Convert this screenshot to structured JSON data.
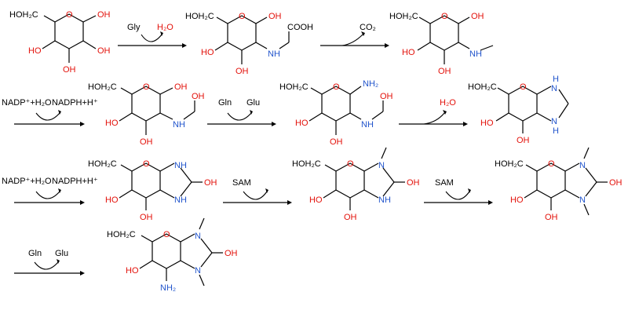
{
  "reactions": [
    {
      "cosub_in": "Gly",
      "cosub_out": "H2O"
    },
    {
      "cosub_in": "",
      "cosub_out": "CO2"
    },
    {
      "cosub_in": "NADP+ +H2O",
      "cosub_out": "NADPH+H+"
    },
    {
      "cosub_in": "Gln",
      "cosub_out": "Glu"
    },
    {
      "cosub_in": "",
      "cosub_out": "H2O"
    },
    {
      "cosub_in": "NADP+ +H2O",
      "cosub_out": "NADPH+H+"
    },
    {
      "cosub_in": "SAM",
      "cosub_out": ""
    },
    {
      "cosub_in": "SAM",
      "cosub_out": ""
    },
    {
      "cosub_in": "Gln",
      "cosub_out": "Glu"
    }
  ],
  "atom_labels": {
    "HOH2C": "HOH₂C",
    "OH": "OH",
    "HO": "HO",
    "O": "O",
    "NH": "NH",
    "N": "N",
    "H": "H",
    "NH2": "NH₂",
    "H2N_amino": "NH₂",
    "COOH": "COOH"
  },
  "text": {
    "gly": "Gly",
    "h2o": "H₂O",
    "co2": "CO₂",
    "nadp_h2o": "NADP⁺+H₂O",
    "nadph": "NADPH+H⁺",
    "gln": "Gln",
    "glu": "Glu",
    "sam": "SAM"
  },
  "colors": {
    "oxygen": "#e3120b",
    "nitrogen": "#2255cc",
    "default": "#000000"
  }
}
